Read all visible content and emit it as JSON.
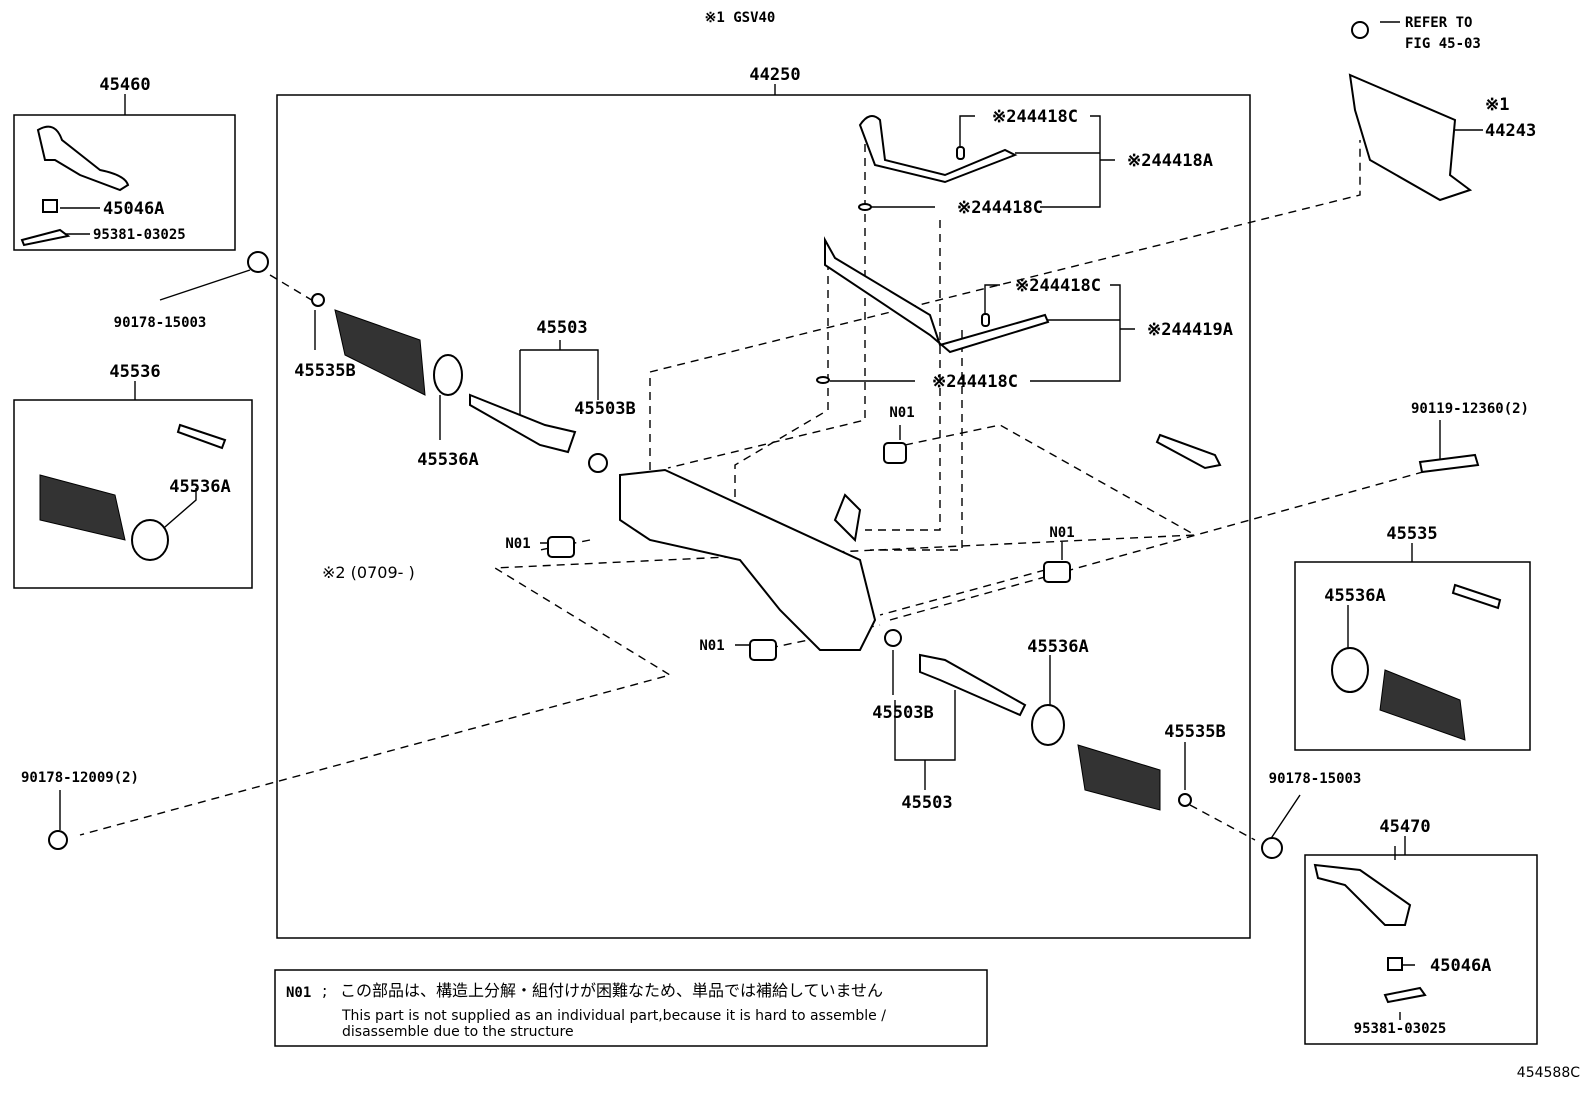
{
  "header": {
    "title": "※1 GSV40"
  },
  "figure_id": "454588C",
  "refer": {
    "line1": "REFER TO",
    "line2": "FIG 45-03"
  },
  "labels": {
    "assembly": "44250",
    "tie_rod_end_lh": "45460",
    "nut_lh": "45046A",
    "pin_lh": "95381-03025",
    "nut_top_left": "90178-15003",
    "clip_lh": "45535B",
    "rack_end_lh": "45503",
    "washer_lh": "45503B",
    "clamp_lh": "45536A",
    "boot_kit_lh": "45536",
    "clamp_kit_lh": "45536A",
    "n01_a": "N01",
    "n01_b": "N01",
    "n01_c": "N01",
    "n01_d": "N01",
    "note2": "※2 (0709-      )",
    "cover_mark": "※1",
    "cover": "44243",
    "tube_c1": "※244418C",
    "tube_a": "※244418A",
    "tube_c2": "※244418C",
    "tube_c3": "※244418C",
    "tube_b": "※244419A",
    "tube_c4": "※244418C",
    "bolt": "90119-12360(2)",
    "boot_kit_rh": "45535",
    "clamp_kit_rh": "45536A",
    "clamp_rh": "45536A",
    "washer_rh": "45503B",
    "clip_rh": "45535B",
    "nut_right": "90178-15003",
    "rack_end_rh": "45503",
    "nut_bottom_left": "90178-12009(2)",
    "tie_rod_end_rh": "45470",
    "nut_rh": "45046A",
    "pin_rh": "95381-03025"
  },
  "notice": {
    "code": "N01",
    "japanese": "この部品は、構造上分解・組付けが困難なため、単品では補給していません",
    "english_line1": "This part is not supplied as an individual part,because it is hard to assemble /",
    "english_line2": "disassemble due to the structure"
  }
}
